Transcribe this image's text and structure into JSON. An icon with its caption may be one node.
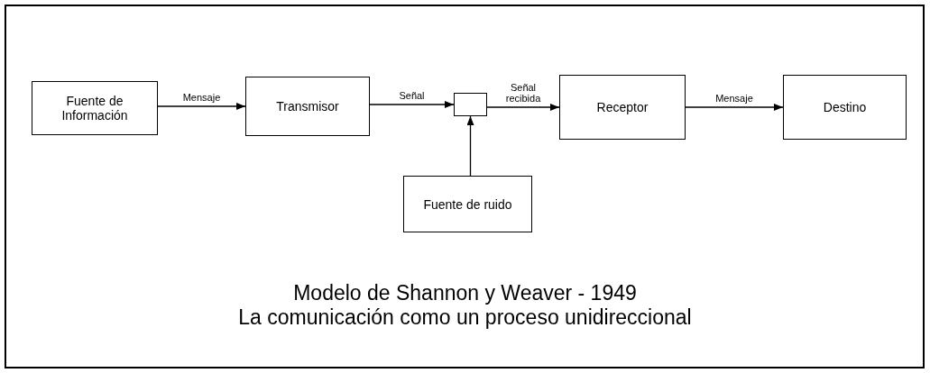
{
  "diagram": {
    "title": "Modelo de Shannon y Weaver - 1949",
    "caption": "La comunicación como un proceso unidireccional",
    "nodes": [
      {
        "text": [
          "Fuente de Información"
        ]
      },
      {
        "text": [
          "Transmisor"
        ]
      },
      {
        "text": [],
        "shape": "box"
      },
      {
        "text": [
          "Receptor"
        ]
      },
      {
        "text": [
          "Destino"
        ]
      },
      {
        "text": [
          "Fuente de ruido"
        ]
      }
    ],
    "edges": [
      {
        "from": 0,
        "to": 1,
        "arrow": "to",
        "label": "Mensaje"
      },
      {
        "from": 1,
        "to": 2,
        "arrow": "to",
        "label": "Señal"
      },
      {
        "from": 2,
        "to": 3,
        "arrow": "to",
        "label": "Señal recibida"
      },
      {
        "from": 3,
        "to": 4,
        "arrow": "to",
        "label": "Mensaje"
      },
      {
        "from": 5,
        "to": 2,
        "arrow": "to"
      }
    ]
  }
}
